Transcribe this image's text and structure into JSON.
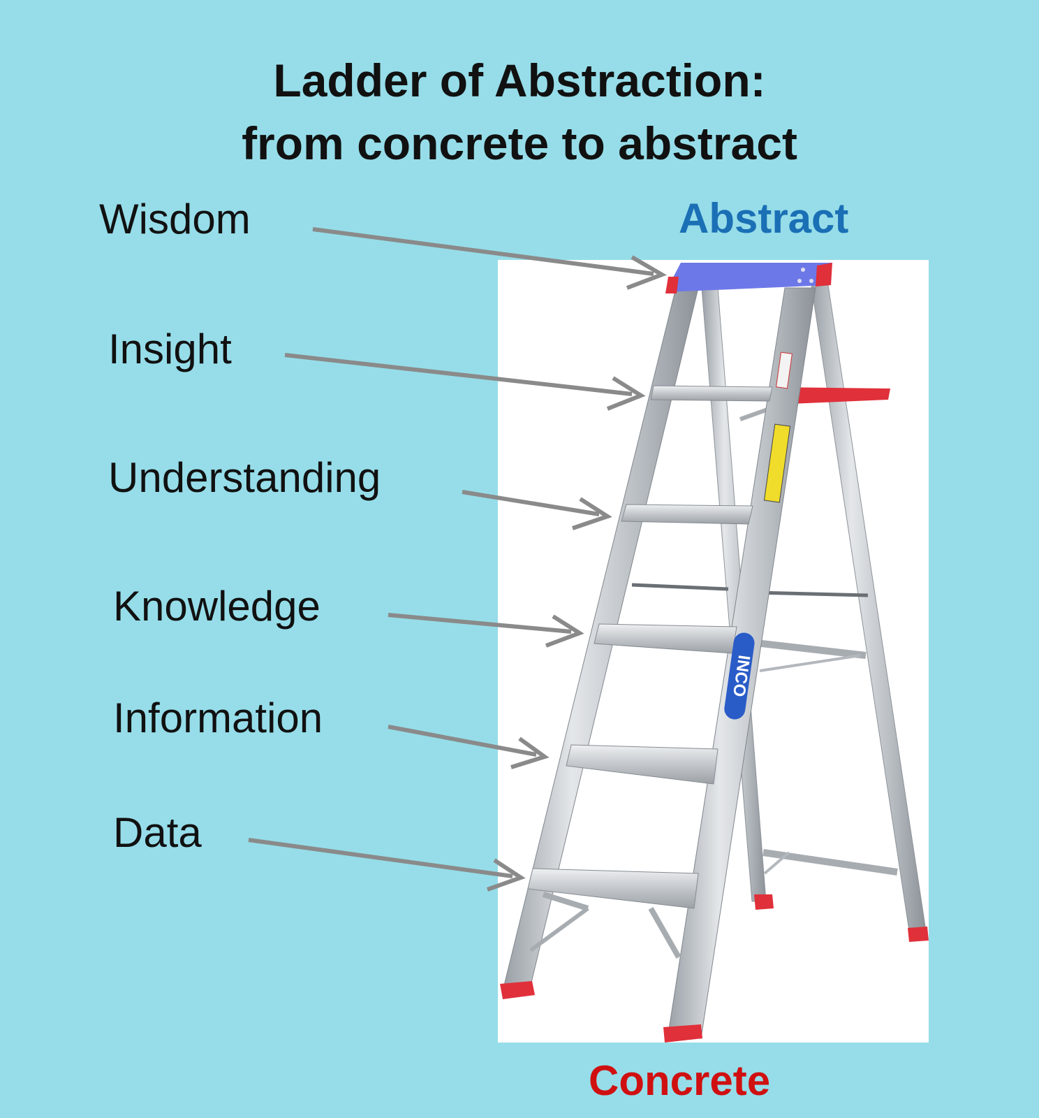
{
  "title": {
    "line1": "Ladder of Abstraction:",
    "line2": "from concrete to abstract"
  },
  "ends": {
    "top": {
      "label": "Abstract",
      "color": "#1a6fb5"
    },
    "bottom": {
      "label": "Concrete",
      "color": "#d01010"
    }
  },
  "levels": [
    {
      "label": "Wisdom"
    },
    {
      "label": "Insight"
    },
    {
      "label": "Understanding"
    },
    {
      "label": "Knowledge"
    },
    {
      "label": "Information"
    },
    {
      "label": "Data"
    }
  ],
  "ladder": {
    "brand": "INCO",
    "top_color": "#6d78e8",
    "foot_color": "#e0303a",
    "tray_color": "#e0303a",
    "rail_color": "#c8ccd0"
  },
  "arrow_color": "#8a8a8a"
}
